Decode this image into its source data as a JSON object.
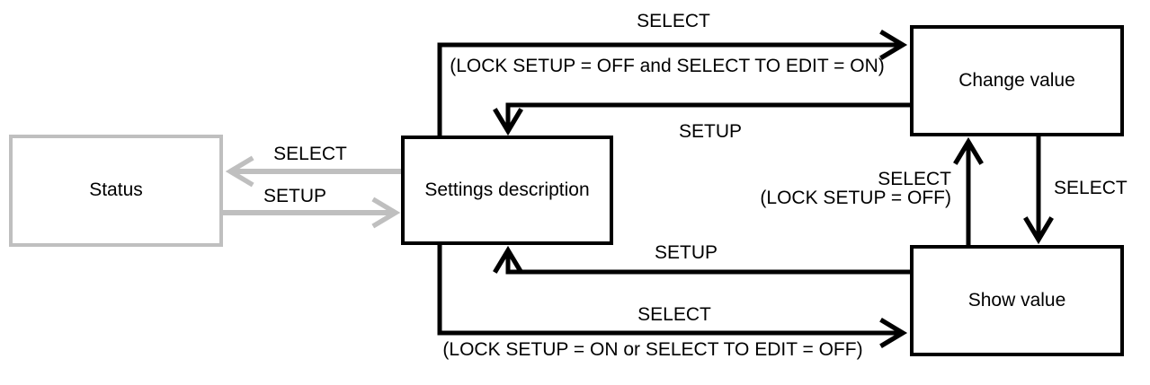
{
  "colors": {
    "line": "#000000",
    "muted": "#bfbfbf",
    "text": "#000000",
    "background": "#ffffff"
  },
  "boxes": {
    "status": "Status",
    "settings": "Settings description",
    "change": "Change value",
    "show": "Show value"
  },
  "transitions": {
    "settings_to_change": {
      "label": "SELECT",
      "condition": "(LOCK SETUP = OFF and SELECT TO EDIT = ON)"
    },
    "change_to_settings": {
      "label": "SETUP"
    },
    "show_to_change": {
      "label": "SELECT",
      "condition": "(LOCK SETUP = OFF)"
    },
    "change_to_show": {
      "label": "SELECT"
    },
    "show_to_settings": {
      "label": "SETUP"
    },
    "settings_to_show": {
      "label": "SELECT",
      "condition": "(LOCK SETUP = ON or SELECT TO EDIT = OFF)"
    },
    "settings_to_status": {
      "label": "SELECT"
    },
    "status_to_settings": {
      "label": "SETUP"
    }
  }
}
